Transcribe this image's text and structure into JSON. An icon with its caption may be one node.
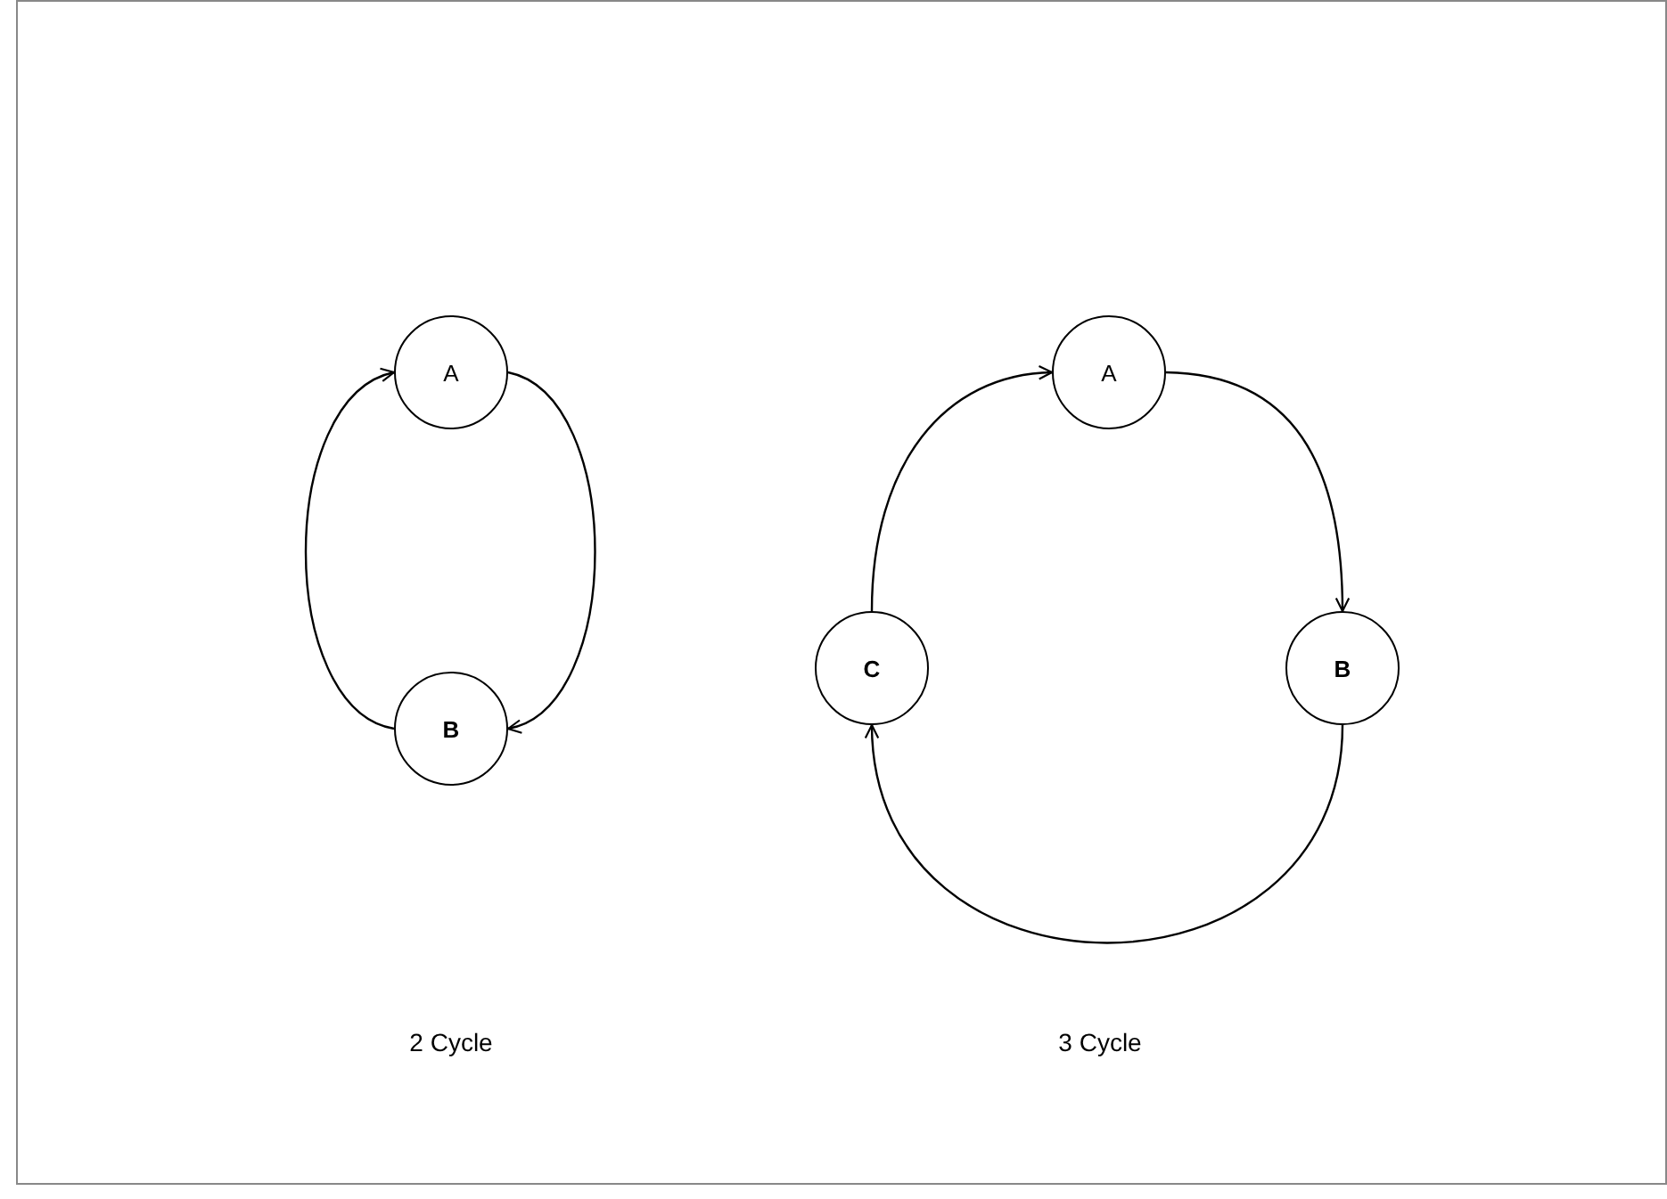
{
  "diagram": {
    "nodes": [
      {
        "text": [
          "A"
        ]
      },
      {
        "text": [
          "B"
        ]
      },
      {
        "text": [
          "A"
        ]
      },
      {
        "text": [
          "C"
        ]
      },
      {
        "text": [
          "B"
        ]
      }
    ],
    "edges": [
      {
        "from": 0,
        "to": 1,
        "arrow": "to"
      },
      {
        "from": 1,
        "to": 0,
        "arrow": "to"
      },
      {
        "from": 2,
        "to": 4,
        "arrow": "to"
      },
      {
        "from": 4,
        "to": 3,
        "arrow": "to"
      },
      {
        "from": 3,
        "to": 2,
        "arrow": "to"
      }
    ],
    "labels": [
      "2 Cycle",
      "3 Cycle"
    ]
  }
}
